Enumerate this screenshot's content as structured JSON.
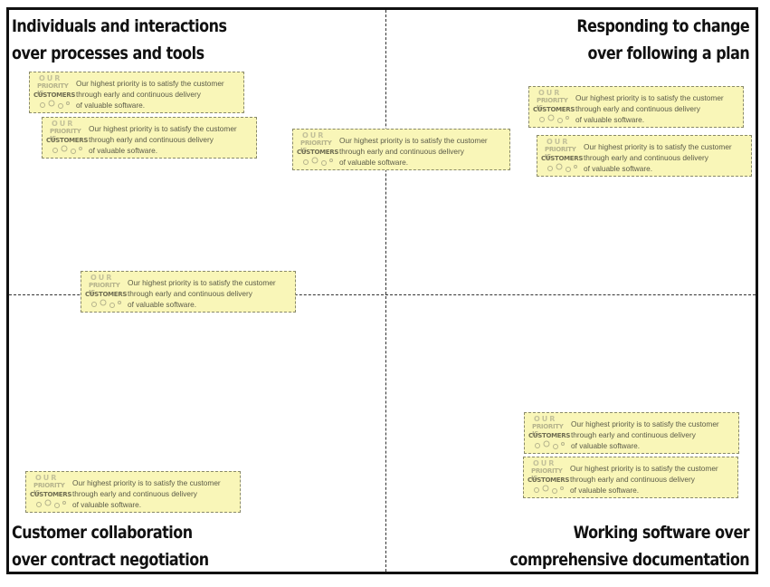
{
  "quadrants": {
    "top_left": {
      "line1": "Individuals and interactions",
      "line2": "over processes and tools"
    },
    "top_right": {
      "line1": "Responding to change",
      "line2": "over following a plan"
    },
    "bottom_left": {
      "line1": "Customer collaboration",
      "line2": "over contract negotiation"
    },
    "bottom_right": {
      "line1": "Working software over",
      "line2": "comprehensive documentation"
    }
  },
  "note": {
    "logo_line1": "OUR",
    "logo_line2": "PRIORITY IS",
    "logo_line3": "CUSTOMERS",
    "text_line1": "Our highest priority is to satisfy the customer",
    "text_line2": "through early and continuous delivery",
    "text_line3": "of valuable software."
  },
  "colors": {
    "note_background": "#f9f6b8",
    "note_border": "#8a8a6a",
    "board_border": "#111111"
  }
}
